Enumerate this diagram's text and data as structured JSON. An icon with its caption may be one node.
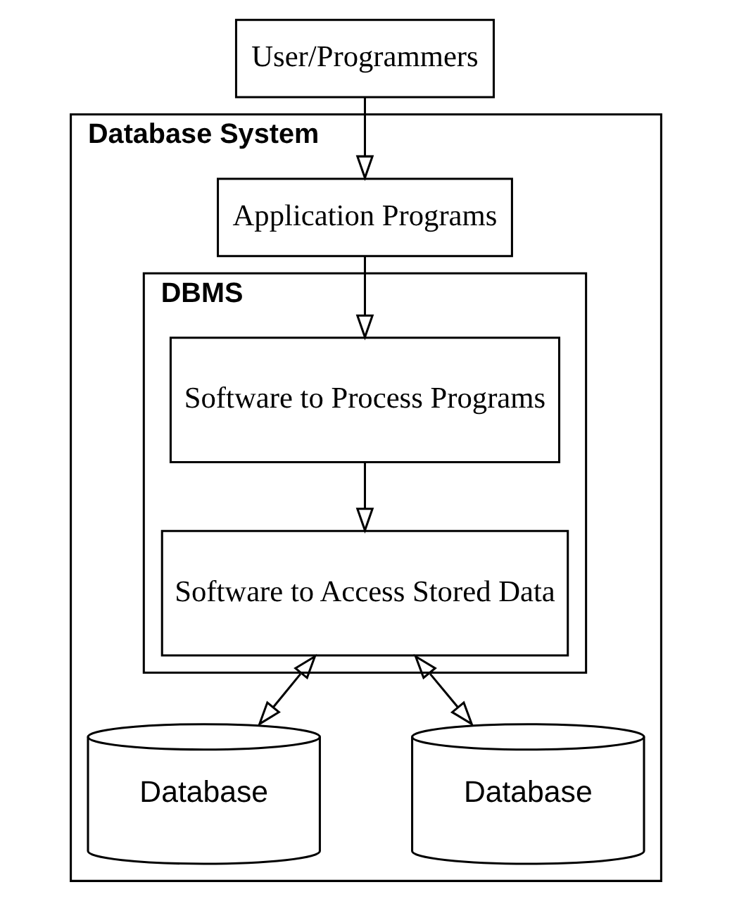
{
  "diagram": {
    "nodes": [
      {
        "text": [
          "User/Programmers"
        ]
      },
      {
        "text": [
          "Database System"
        ]
      },
      {
        "text": [
          "Application Programs"
        ],
        "in": 1
      },
      {
        "text": [
          "DBMS"
        ],
        "in": 1
      },
      {
        "text": [
          "Software to Process Programs"
        ],
        "in": 3
      },
      {
        "text": [
          "Software to Access Stored Data"
        ],
        "in": 3
      },
      {
        "text": [
          "Database"
        ],
        "in": 1
      },
      {
        "text": [
          "Database"
        ],
        "in": 1
      }
    ],
    "edges": [
      {
        "from": 0,
        "to": 2,
        "arrow": "to"
      },
      {
        "from": 2,
        "to": 4,
        "arrow": "to"
      },
      {
        "from": 4,
        "to": 5,
        "arrow": "to"
      },
      {
        "from": 5,
        "to": 6,
        "arrow": "both"
      },
      {
        "from": 5,
        "to": 7,
        "arrow": "both"
      }
    ]
  }
}
